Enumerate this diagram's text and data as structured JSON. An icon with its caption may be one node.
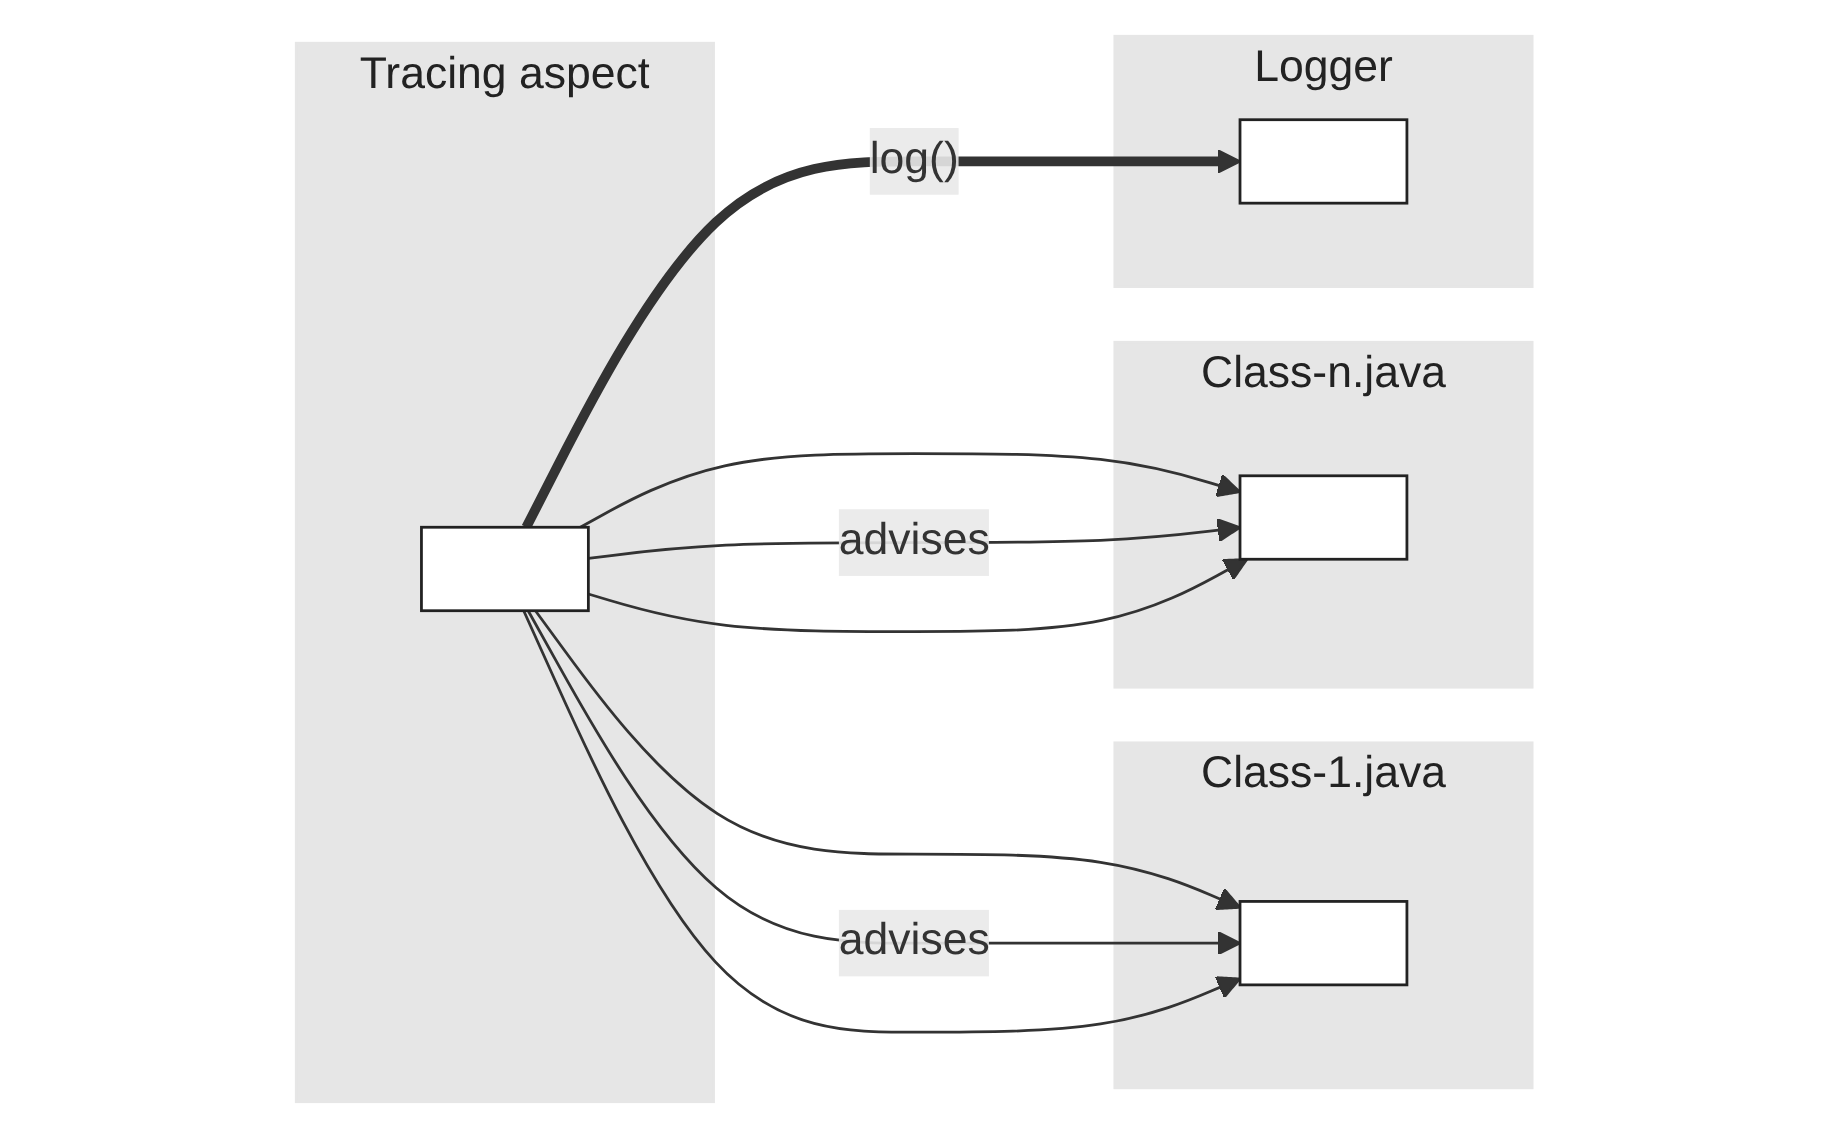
{
  "diagram": {
    "nodes": [
      {
        "text": [
          "Class-1.java"
        ]
      },
      {
        "text": [],
        "shape": "box",
        "in": 0
      },
      {
        "text": [
          "Class-n.java"
        ]
      },
      {
        "text": [],
        "shape": "box",
        "in": 2
      },
      {
        "text": [
          "Tracing aspect"
        ]
      },
      {
        "text": [],
        "shape": "box",
        "in": 4
      },
      {
        "text": [
          "Logger"
        ]
      },
      {
        "text": [],
        "shape": "box",
        "in": 6
      }
    ],
    "edges": [
      {
        "from": 5,
        "to": 1,
        "arrow": "to"
      },
      {
        "from": 5,
        "to": 1,
        "arrow": "to",
        "label": "advises"
      },
      {
        "from": 5,
        "to": 1,
        "arrow": "to"
      },
      {
        "from": 5,
        "to": 3,
        "arrow": "to"
      },
      {
        "from": 5,
        "to": 3,
        "arrow": "to",
        "label": "advises"
      },
      {
        "from": 5,
        "to": 3,
        "arrow": "to"
      },
      {
        "from": 5,
        "to": 7,
        "arrow": "to",
        "label": "log()",
        "style": "thick"
      }
    ]
  }
}
